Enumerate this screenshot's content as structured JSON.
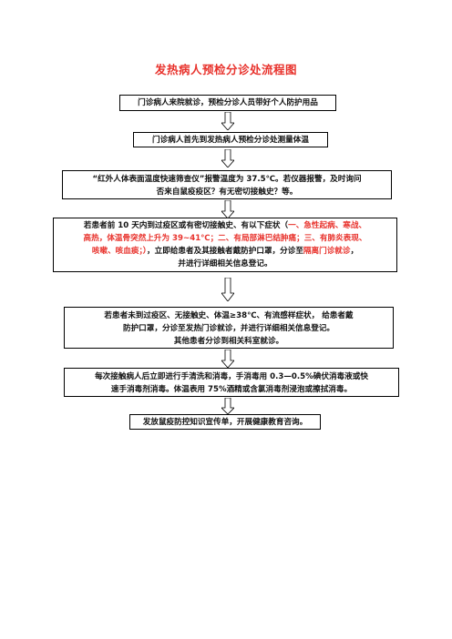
{
  "title": "发热病人预检分诊处流程图",
  "steps": [
    {
      "lines": [
        [
          {
            "text": "门诊病人来院就诊，预检分诊人员带好个人防护用品"
          }
        ]
      ]
    },
    {
      "lines": [
        [
          {
            "text": "门诊病人首先到发热病人预检分诊处测量体温"
          }
        ]
      ]
    },
    {
      "lines": [
        [
          {
            "text": "“红外人体表面温度快速筛查仪”报警温度为 37.5℃。若仪器报警，及时询问"
          }
        ],
        [
          {
            "text": "否来自鼠疫疫区？有无密切接触史？等。"
          }
        ]
      ]
    },
    {
      "lines": [
        [
          {
            "text": "若患者前 10 天内到过疫区或有密切接触史、有以下症状（",
            "red": false
          },
          {
            "text": "一、急性起病、寒战、",
            "red": true
          }
        ],
        [
          {
            "text": "高热，体温骨突然上升为 39~41℃；二、有局部淋巴结肿痛；三、有肺炎表现、",
            "red": true
          }
        ],
        [
          {
            "text": "咳嗽、咳血痰；）",
            "red": true
          },
          {
            "text": "，立即给患者及其接触者戴防护口罩，分诊至",
            "red": false
          },
          {
            "text": "隔离门诊就诊",
            "red": true
          },
          {
            "text": "，",
            "red": false
          }
        ],
        [
          {
            "text": "并进行详细相关信息登记。"
          }
        ]
      ]
    },
    {
      "lines": [
        [
          {
            "text": "若患者未到过疫区、无接触史、体温≥38℃、有流感样症状，                给患者戴"
          }
        ],
        [
          {
            "text": "防护口罩，分诊至发热门诊就诊，并进行详细相关信息登记。"
          }
        ],
        [
          {
            "text": "其他患者分诊到相关科室就诊。"
          }
        ]
      ]
    },
    {
      "lines": [
        [
          {
            "text": "每次接触病人后立即进行手清洗和消毒，手消毒用 0.3—0.5%碘伏消毒液或快"
          }
        ],
        [
          {
            "text": "速手消毒剂消毒。体温表用 75%酒精或含氯消毒剂浸泡或擦拭消毒。"
          }
        ]
      ]
    },
    {
      "lines": [
        [
          {
            "text": "发放鼠疫防控知识宣传单，开展健康教育咨询。"
          }
        ]
      ]
    }
  ],
  "colors": {
    "accent": "#e8322c",
    "text": "#111111",
    "border": "#000000"
  },
  "arrow_icon": "down-block-arrow-icon"
}
